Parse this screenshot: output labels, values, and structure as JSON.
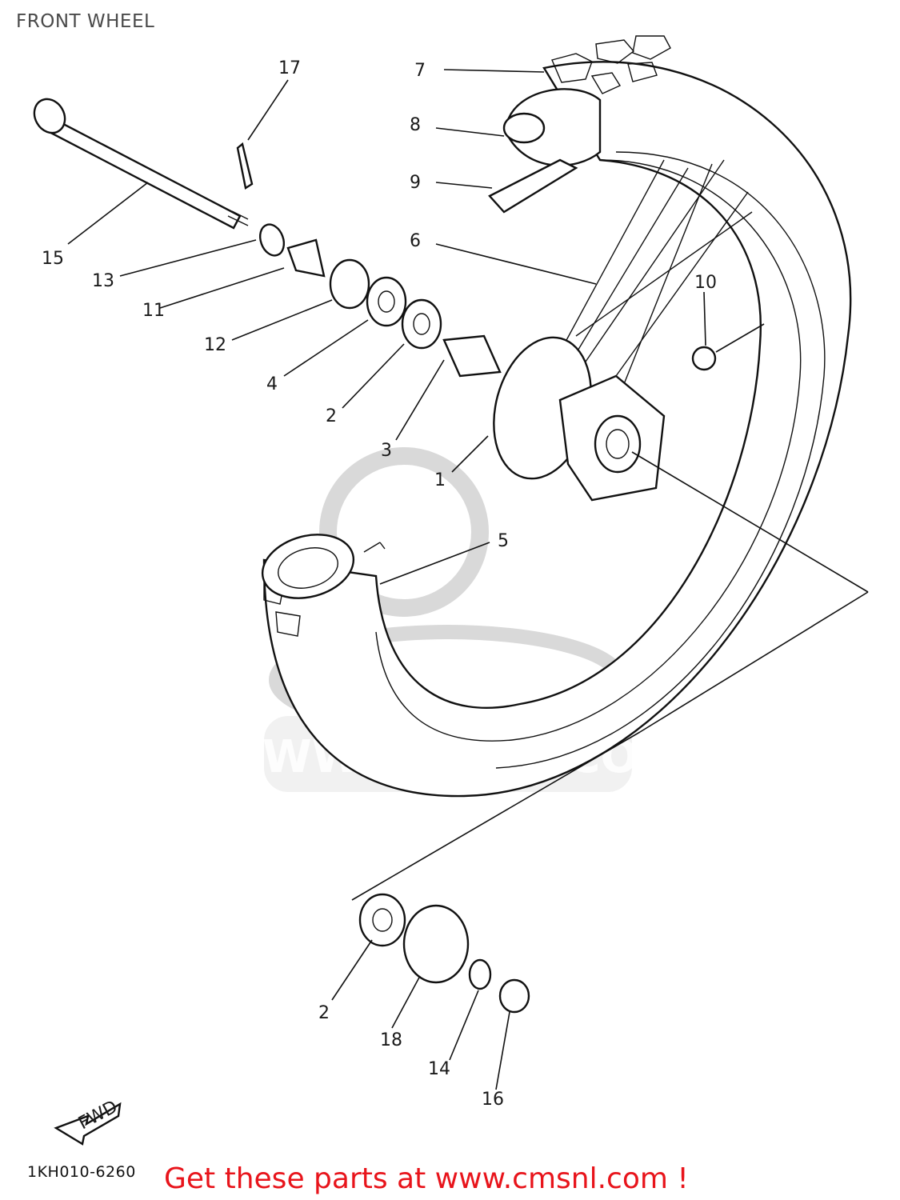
{
  "title": "FRONT WHEEL",
  "callouts": [
    {
      "id": "c17",
      "text": "17"
    },
    {
      "id": "c7",
      "text": "7"
    },
    {
      "id": "c8",
      "text": "8"
    },
    {
      "id": "c9",
      "text": "9"
    },
    {
      "id": "c6",
      "text": "6"
    },
    {
      "id": "c15",
      "text": "15"
    },
    {
      "id": "c13",
      "text": "13"
    },
    {
      "id": "c11",
      "text": "11"
    },
    {
      "id": "c12",
      "text": "12"
    },
    {
      "id": "c4",
      "text": "4"
    },
    {
      "id": "c2a",
      "text": "2"
    },
    {
      "id": "c3",
      "text": "3"
    },
    {
      "id": "c1",
      "text": "1"
    },
    {
      "id": "c10",
      "text": "10"
    },
    {
      "id": "c5",
      "text": "5"
    },
    {
      "id": "c2b",
      "text": "2"
    },
    {
      "id": "c18",
      "text": "18"
    },
    {
      "id": "c14",
      "text": "14"
    },
    {
      "id": "c16",
      "text": "16"
    }
  ],
  "fwd_label": "FWD",
  "watermark_text": "WWW.CMSNL.COM",
  "diagram_code": "1KH010-6260",
  "cta_text": "Get these parts at www.cmsnl.com !"
}
